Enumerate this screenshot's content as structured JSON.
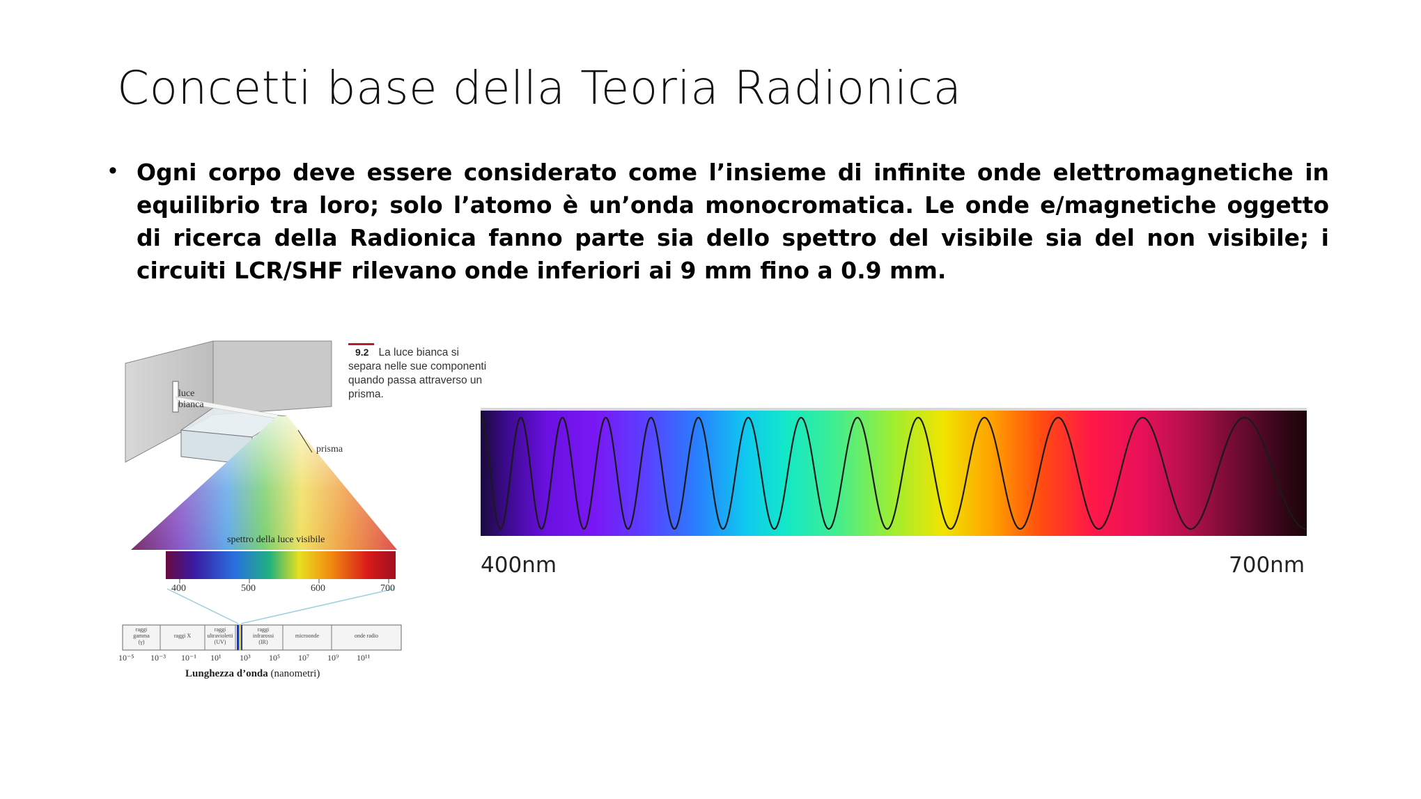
{
  "slide": {
    "title": "Concetti base della Teoria Radionica",
    "bullet_symbol": "•",
    "bullet_text": "Ogni corpo deve essere considerato come l’insieme di infinite onde elettromagnetiche in equilibrio tra loro; solo l’atomo è un’onda monocromatica. Le onde e/magnetiche oggetto di ricerca della Radionica fanno parte sia dello spettro del visibile sia del non visibile; i circuiti LCR/SHF rilevano onde inferiori ai 9 mm fino a 0.9 mm."
  },
  "prism_figure": {
    "caption_number": "9.2",
    "caption_text": "La luce bianca si separa nelle sue componenti quando passa attraverso un prisma.",
    "label_white_light_1": "luce",
    "label_white_light_2": "bianca",
    "label_prism": "prisma",
    "label_visible_spectrum": "spettro della luce visibile",
    "visible_ticks": [
      "400",
      "500",
      "600",
      "700"
    ],
    "em_bands": [
      {
        "line1": "raggi",
        "line2": "gamma",
        "line3": "(γ)"
      },
      {
        "line1": "raggi X",
        "line2": "",
        "line3": ""
      },
      {
        "line1": "raggi",
        "line2": "ultravioletti",
        "line3": "(UV)"
      },
      {
        "line1": "raggi",
        "line2": "infrarossi",
        "line3": "(IR)"
      },
      {
        "line1": "microonde",
        "line2": "",
        "line3": ""
      },
      {
        "line1": "onde radio",
        "line2": "",
        "line3": ""
      }
    ],
    "em_ticks": [
      "10⁻⁵",
      "10⁻³",
      "10⁻¹",
      "10¹",
      "10³",
      "10⁵",
      "10⁷",
      "10⁹",
      "10¹¹"
    ],
    "axis_label_bold": "Lunghezza d’onda",
    "axis_label_unit": "(nanometri)"
  },
  "spectrum_figure": {
    "left_label": "400nm",
    "right_label": "700nm",
    "wave_color": "#1a1a1a"
  }
}
